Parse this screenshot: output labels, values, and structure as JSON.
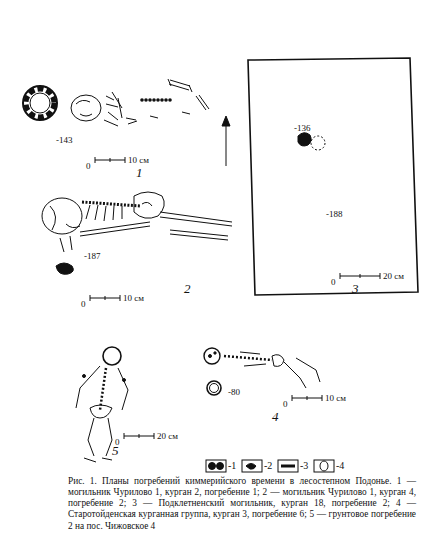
{
  "diagram": {
    "caption": "Рис. 1. Планы погребений киммерийского времени в лесостепном Подонье. 1 — могильник Чурилово 1, курган 2, погребение 1; 2 — могильник Чурилово 1, курган 4, погребение 2; 3 — Подклетненский могильник, курган 18, погребение 2; 4 — Старотойденская курганная группа, курган 3, погребение 6; 5 — грунтовое погребение 2 на пос. Чижовское 4",
    "labels": [
      "-143",
      "0",
      "10 см",
      "1",
      "-187",
      "0",
      "10 см",
      "2",
      "-136",
      "-188",
      "0",
      "20 см",
      "3",
      "-80",
      "0",
      "10 см",
      "4",
      "0",
      "20 см",
      "5"
    ],
    "legend": [
      {
        "text": "-1"
      },
      {
        "text": "-2"
      },
      {
        "text": "-3"
      },
      {
        "text": "-4"
      }
    ]
  }
}
